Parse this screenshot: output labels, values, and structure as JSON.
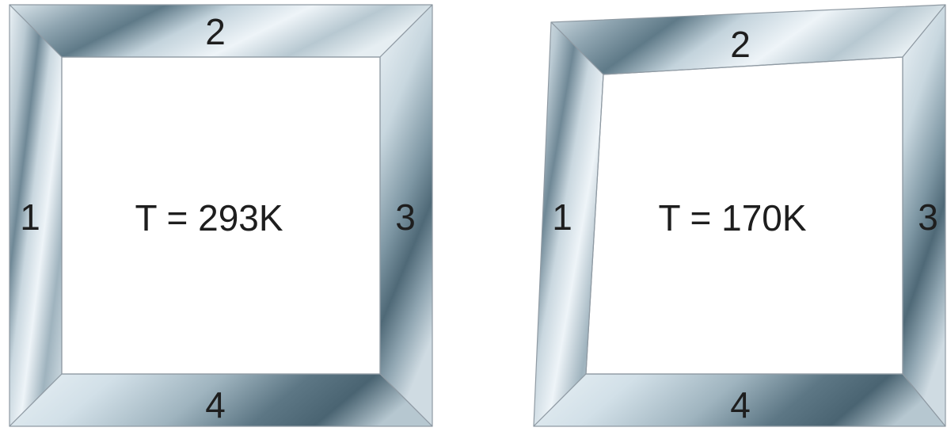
{
  "panels": [
    {
      "temperature_label": "T = 293K",
      "bar_labels": [
        "1",
        "2",
        "3",
        "4"
      ]
    },
    {
      "temperature_label": "T = 170K",
      "bar_labels": [
        "1",
        "2",
        "3",
        "4"
      ]
    }
  ],
  "colors": {
    "metal_dark": "#5f7a88",
    "metal_mid": "#a9bcc6",
    "metal_light": "#eef4f8",
    "outline": "#8f9aa3",
    "text": "#1e1e1e"
  }
}
